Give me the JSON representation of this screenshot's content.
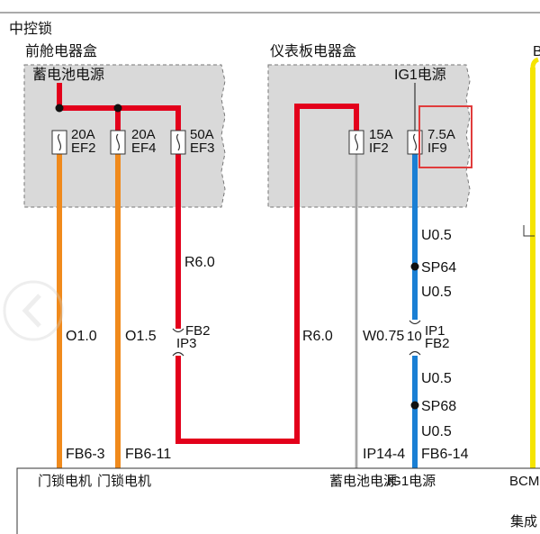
{
  "title": "中控锁",
  "boxes": {
    "front_box_title": "前舱电器盒",
    "front_box_source": "蓄电池电源",
    "dash_box_title": "仪表板电器盒",
    "dash_box_source": "IG1电源"
  },
  "right_header": "BCM",
  "fuses": {
    "ef2": {
      "rating": "20A",
      "id": "EF2"
    },
    "ef4": {
      "rating": "20A",
      "id": "EF4"
    },
    "ef3": {
      "rating": "50A",
      "id": "EF3"
    },
    "if2": {
      "rating": "15A",
      "id": "IF2"
    },
    "if9": {
      "rating": "7.5A",
      "id": "IF9"
    }
  },
  "wires": {
    "w1": "O1.0",
    "w2": "O1.5",
    "w3": "R6.0",
    "w4": "R6.0",
    "w5": "W0.75",
    "w6a": "U0.5",
    "w6b": "U0.5",
    "w6c": "U0.5",
    "w6d": "U0.5"
  },
  "splices": {
    "sp1": "SP64",
    "sp2": "SP68"
  },
  "connectors": {
    "c1": "FB2",
    "c1b": "IP3",
    "c2a": "10",
    "c2b": "IP1",
    "c2c": "FB2"
  },
  "pins": {
    "p1": "FB6-3",
    "p2": "FB6-11",
    "p3": "IP14-4",
    "p4": "FB6-14"
  },
  "module": {
    "label_1": "门锁电机",
    "label_2": "门锁电机",
    "label_3": "蓄电池电源",
    "label_4": "IG1电源",
    "label_bc": "BCM",
    "module_name": "集成"
  },
  "colors": {
    "red_wire": "#e3001b",
    "orange_wire": "#f08a1c",
    "blue_wire": "#1a7fd4",
    "yellow_wire": "#f5e400",
    "white_wire": "#bbbbbb",
    "box_fill": "#d9d9d9",
    "highlight": "#e03c3c"
  }
}
